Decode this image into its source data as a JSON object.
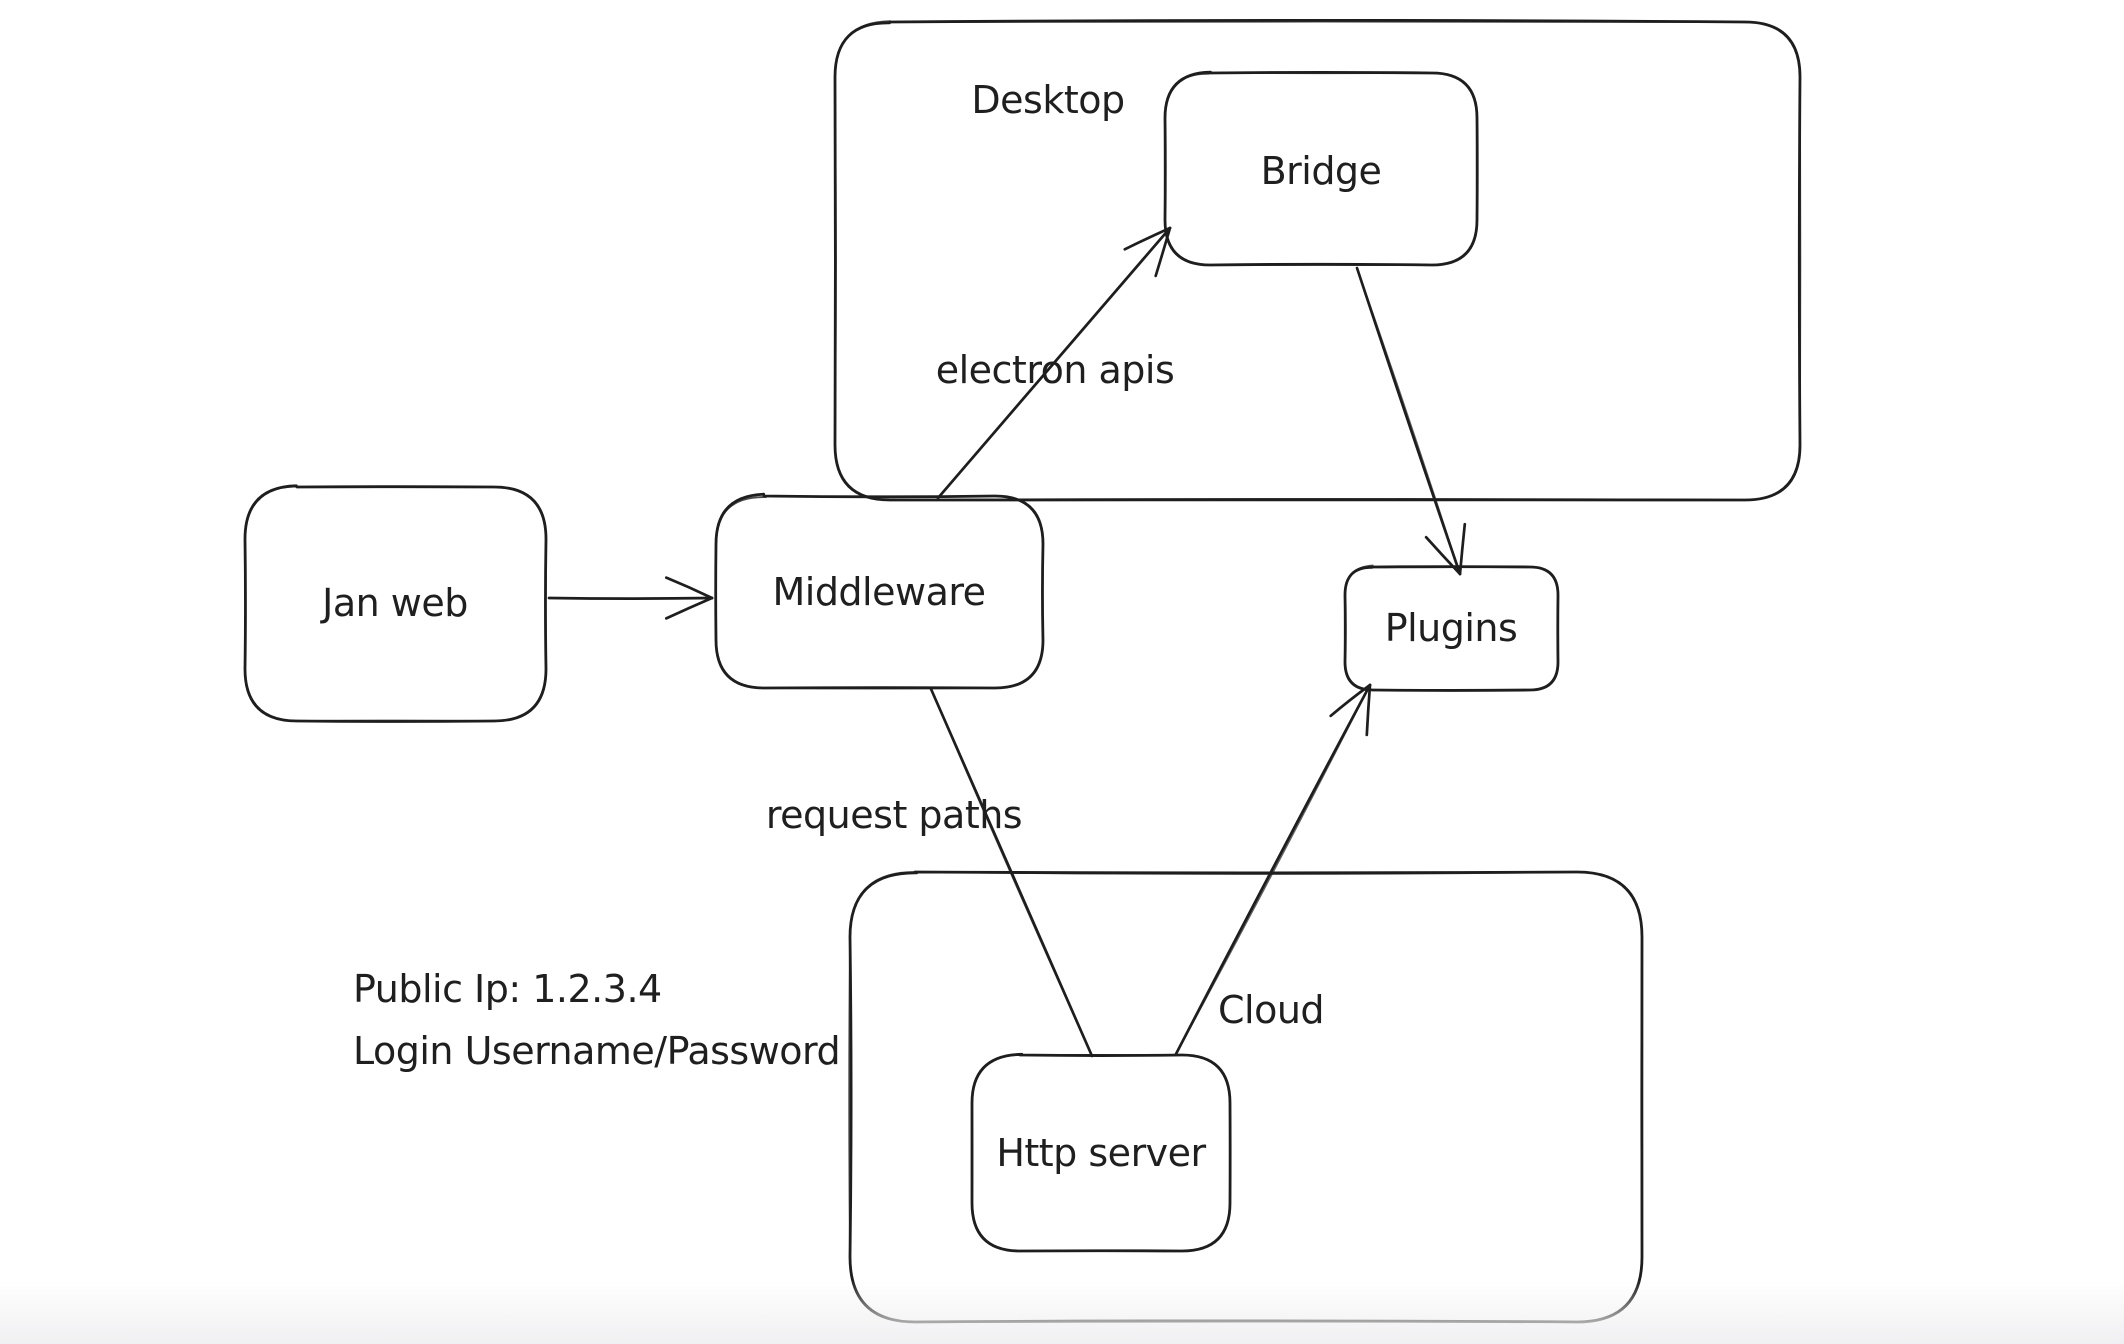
{
  "canvas": {
    "background_color": "#ffffff",
    "stroke_color": "#1e1e1e"
  },
  "containers": [
    {
      "id": "desktop",
      "label": "Desktop"
    },
    {
      "id": "cloud",
      "label": "Cloud"
    }
  ],
  "nodes": [
    {
      "id": "jan-web",
      "label": "Jan web"
    },
    {
      "id": "middleware",
      "label": "Middleware"
    },
    {
      "id": "bridge",
      "label": "Bridge"
    },
    {
      "id": "plugins",
      "label": "Plugins"
    },
    {
      "id": "http-server",
      "label": "Http server"
    }
  ],
  "edges": [
    {
      "from": "Jan web",
      "to": "Middleware",
      "label": "",
      "arrowhead": true
    },
    {
      "from": "Middleware",
      "to": "Bridge",
      "label": "electron apis",
      "arrowhead": true
    },
    {
      "from": "Bridge",
      "to": "Plugins",
      "label": "",
      "arrowhead": true
    },
    {
      "from": "Middleware",
      "to": "Http server",
      "label": "request paths",
      "arrowhead": false
    },
    {
      "from": "Http server",
      "to": "Plugins",
      "label": "",
      "arrowhead": true
    }
  ],
  "annotations": [
    {
      "text": "Public Ip: 1.2.3.4"
    },
    {
      "text": "Login Username/Password"
    }
  ]
}
